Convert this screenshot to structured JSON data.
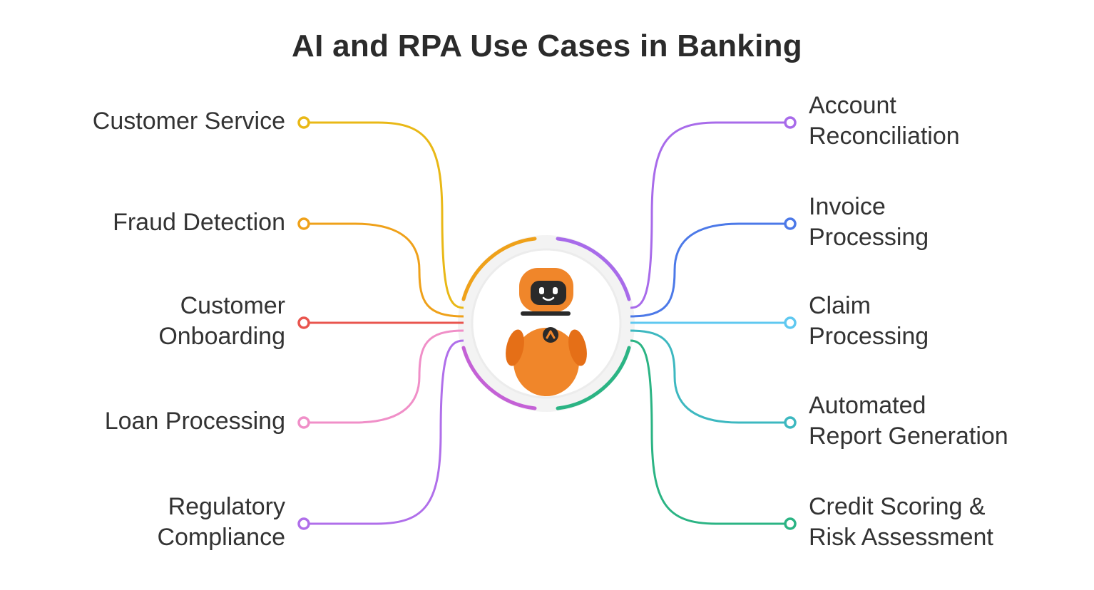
{
  "title": "AI and RPA Use Cases in Banking",
  "center": {
    "icon": "robot-mascot-icon"
  },
  "left_items": [
    {
      "lines": [
        "Customer Service"
      ],
      "color": "#E9B816"
    },
    {
      "lines": [
        "Fraud Detection"
      ],
      "color": "#EFA11A"
    },
    {
      "lines": [
        "Customer",
        "Onboarding"
      ],
      "color": "#E9554E"
    },
    {
      "lines": [
        "Loan Processing"
      ],
      "color": "#F08FC8"
    },
    {
      "lines": [
        "Regulatory",
        "Compliance"
      ],
      "color": "#B06FEA"
    }
  ],
  "right_items": [
    {
      "lines": [
        "Account",
        "Reconciliation"
      ],
      "color": "#A86BEA"
    },
    {
      "lines": [
        "Invoice",
        "Processing"
      ],
      "color": "#4C79E8"
    },
    {
      "lines": [
        "Claim",
        "Processing"
      ],
      "color": "#5FC8F0"
    },
    {
      "lines": [
        "Automated",
        "Report Generation"
      ],
      "color": "#3DB8C0"
    },
    {
      "lines": [
        "Credit Scoring &",
        "Risk Assessment"
      ],
      "color": "#2BB484"
    }
  ]
}
